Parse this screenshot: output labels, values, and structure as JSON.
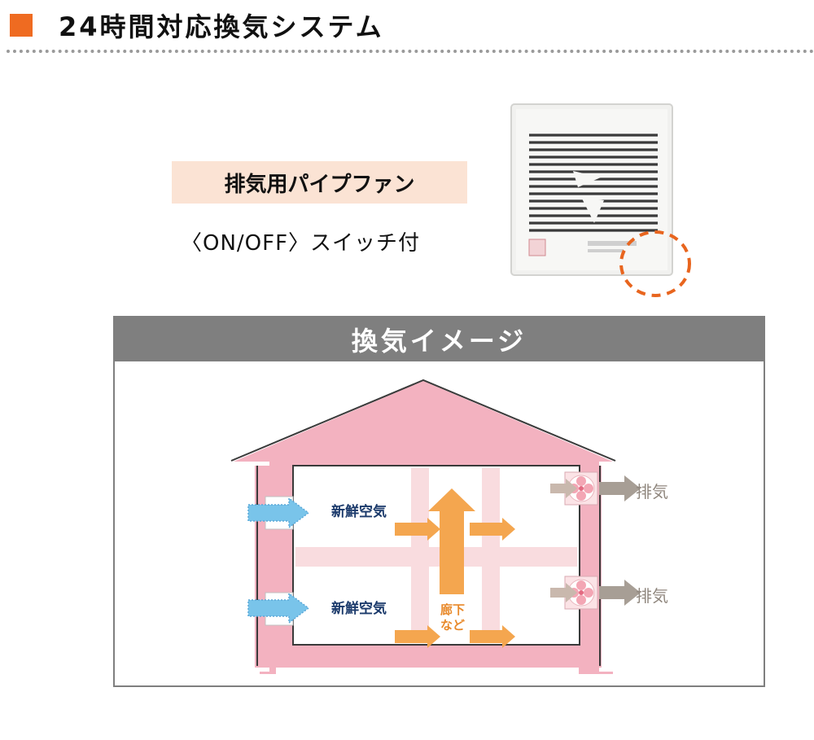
{
  "header": {
    "title": "24時間対応換気システム"
  },
  "product": {
    "name": "排気用パイプファン",
    "note": "〈ON/OFF〉スイッチ付"
  },
  "diagram": {
    "title": "換気イメージ",
    "inlet_labels": [
      "新鮮空気",
      "新鮮空気"
    ],
    "hallway_label": [
      "廊下",
      "など"
    ],
    "exhaust_labels": [
      "排気",
      "排気"
    ]
  },
  "colors": {
    "accent_orange": "#ef6b21",
    "badge_bg": "#fbe3d4",
    "panel_header": "#7f7f7f",
    "house_pink": "#f3b2c0",
    "inner_flow_pink": "#f9dcdf",
    "inlet_blue": "#79c4ea",
    "inlet_label_navy": "#1b3a6b",
    "flow_orange": "#f4a64f",
    "exhaust_gray": "#a79e95",
    "highlight_circle": "#e8651e"
  },
  "icons": {
    "header_marker": "square-marker-icon",
    "fan": "pipe-fan-icon",
    "switch_highlight": "dashed-circle-icon"
  }
}
